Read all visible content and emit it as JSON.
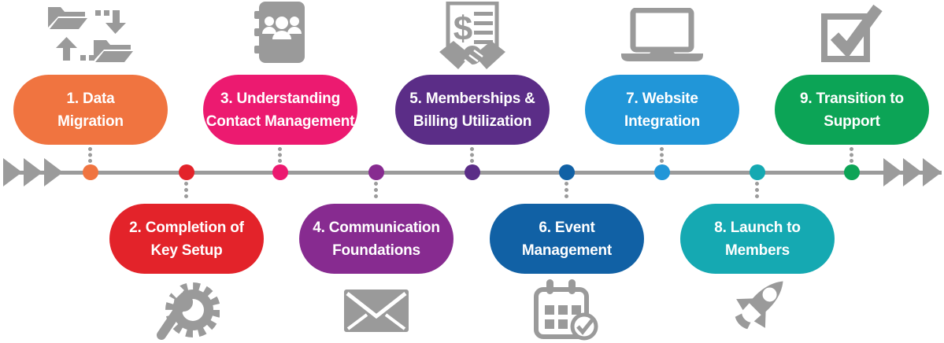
{
  "timeline": {
    "line_color": "#9B9B9B",
    "icon_color": "#9A9A9A",
    "connector_color": "#9B9B9B",
    "pill_text_color": "#FFFFFF",
    "start_arrow_count": 3,
    "end_arrow_count": 3
  },
  "stages": [
    {
      "number": 1,
      "line1": "1. Data",
      "line2": "Migration",
      "color": "#F07440",
      "position": "top",
      "icon": "folders-transfer"
    },
    {
      "number": 2,
      "line1": "2. Completion of",
      "line2": "Key Setup",
      "color": "#E3232A",
      "position": "bottom",
      "icon": "wrench-gear"
    },
    {
      "number": 3,
      "line1": "3. Understanding",
      "line2": "Contact Management",
      "color": "#EC1A70",
      "position": "top",
      "icon": "address-book"
    },
    {
      "number": 4,
      "line1": "4. Communication",
      "line2": "Foundations",
      "color": "#872B90",
      "position": "bottom",
      "icon": "envelope"
    },
    {
      "number": 5,
      "line1": "5. Memberships &",
      "line2": "Billing Utilization",
      "color": "#5B2D87",
      "position": "top",
      "icon": "invoice-handshake"
    },
    {
      "number": 6,
      "line1": "6. Event",
      "line2": "Management",
      "color": "#1161A5",
      "position": "bottom",
      "icon": "calendar-check"
    },
    {
      "number": 7,
      "line1": "7. Website",
      "line2": "Integration",
      "color": "#2196D8",
      "position": "top",
      "icon": "laptop"
    },
    {
      "number": 8,
      "line1": "8. Launch to",
      "line2": "Members",
      "color": "#15A9B2",
      "position": "bottom",
      "icon": "rocket"
    },
    {
      "number": 9,
      "line1": "9. Transition to",
      "line2": "Support",
      "color": "#0CA456",
      "position": "top",
      "icon": "checkbox"
    }
  ]
}
